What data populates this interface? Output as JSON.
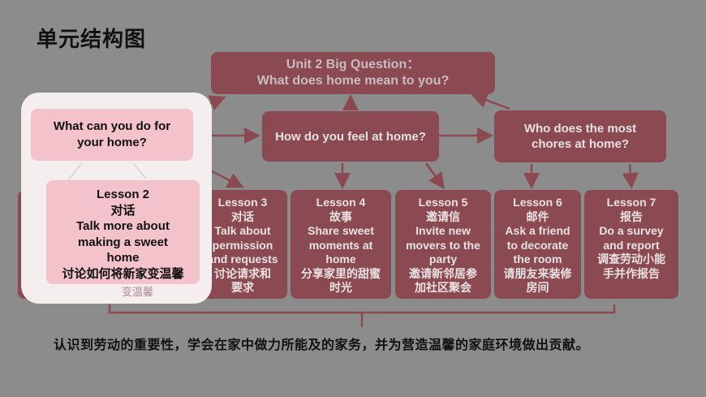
{
  "page_title": "单元结构图",
  "big_question": {
    "line1": "Unit 2 Big Question：",
    "line2": "What does home mean to you?"
  },
  "questions": {
    "q1": {
      "line1": "What can you do for",
      "line2": "your home?"
    },
    "q2": {
      "line1": "How do you feel at home?"
    },
    "q3": {
      "line1": "Who does the most",
      "line2": "chores at home?"
    }
  },
  "lessons": [
    {
      "title": "Lesson 2",
      "type": "对话",
      "en": [
        "Talk more about",
        "making a sweet",
        "home"
      ],
      "zh": [
        "讨论如何将新家变温馨"
      ],
      "partial_below": "变温馨"
    },
    {
      "title": "Lesson 3",
      "type": "对话",
      "en": [
        "Talk about",
        "permission",
        "and requests"
      ],
      "zh": [
        "讨论请求和",
        "要求"
      ]
    },
    {
      "title": "Lesson 4",
      "type": "故事",
      "en": [
        "Share sweet",
        "moments at",
        "home"
      ],
      "zh": [
        "分享家里的甜蜜",
        "时光"
      ]
    },
    {
      "title": "Lesson 5",
      "type": "邀请信",
      "en": [
        "Invite new",
        "movers to the",
        "party"
      ],
      "zh": [
        "邀请新邻居参",
        "加社区聚会"
      ]
    },
    {
      "title": "Lesson 6",
      "type": "邮件",
      "en": [
        "Ask a friend",
        "to decorate",
        "the room"
      ],
      "zh": [
        "请朋友来装修",
        "房间"
      ]
    },
    {
      "title": "Lesson 7",
      "type": "报告",
      "en": [
        "Do a survey",
        "and report"
      ],
      "zh": [
        "调查劳动小能",
        "手并作报告"
      ]
    }
  ],
  "summary": "认识到劳动的重要性，学会在家中做力所能及的家务，并为营造温馨的家庭环境做出贡献。",
  "colors": {
    "background": "#8c8c8c",
    "box": "#8b4a52",
    "highlight": "#f4c2cb",
    "panel": "#f4eeee"
  }
}
